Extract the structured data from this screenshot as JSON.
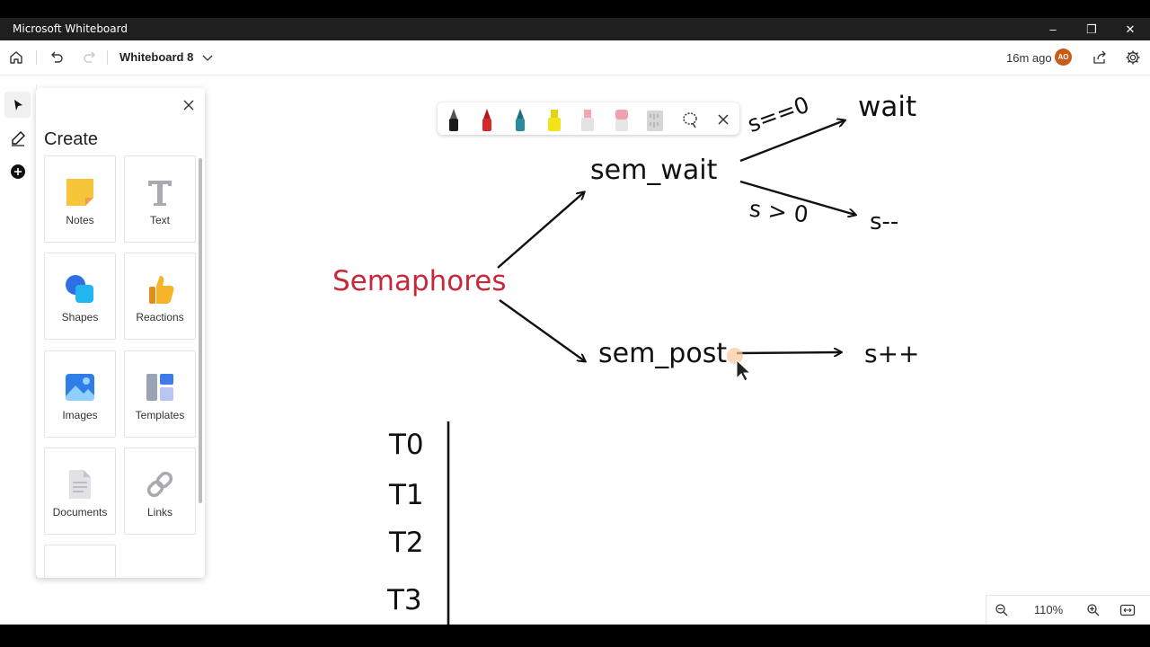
{
  "app": {
    "title": "Microsoft Whiteboard"
  },
  "window_controls": {
    "minimize": "–",
    "restore": "❐",
    "close": "✕"
  },
  "toolbar": {
    "board_name": "Whiteboard 8",
    "last_edited": "16m ago",
    "avatar_initials": "AO"
  },
  "create_panel": {
    "title": "Create",
    "items": [
      {
        "label": "Notes",
        "icon": "sticky-note-icon"
      },
      {
        "label": "Text",
        "icon": "text-icon"
      },
      {
        "label": "Shapes",
        "icon": "shapes-icon"
      },
      {
        "label": "Reactions",
        "icon": "thumbs-up-icon"
      },
      {
        "label": "Images",
        "icon": "image-icon"
      },
      {
        "label": "Templates",
        "icon": "templates-icon"
      },
      {
        "label": "Documents",
        "icon": "document-icon"
      },
      {
        "label": "Links",
        "icon": "link-icon"
      }
    ]
  },
  "ink_toolbar": {
    "pens": [
      {
        "name": "black-pen",
        "color": "#1a1a1a"
      },
      {
        "name": "red-pen",
        "color": "#d62a2a"
      },
      {
        "name": "teal-pen",
        "color": "#2b8a9c"
      },
      {
        "name": "yellow-highlighter",
        "color": "#f2e31a"
      },
      {
        "name": "pink-highlighter",
        "color": "#f4a6b4"
      },
      {
        "name": "eraser",
        "color": "#f2a0b0"
      },
      {
        "name": "ruler",
        "color": "#c8c8c8"
      }
    ]
  },
  "canvas": {
    "semaphores": "Semaphores",
    "sem_wait": "sem_wait",
    "sem_post": "sem_post",
    "s_eq_0": "s==0",
    "wait": "wait",
    "s_gt_0": "s > 0",
    "s_minus": "s--",
    "s_plus": "s++",
    "threads": [
      "T0",
      "T1",
      "T2",
      "T3"
    ]
  },
  "zoom": {
    "level": "110%"
  }
}
